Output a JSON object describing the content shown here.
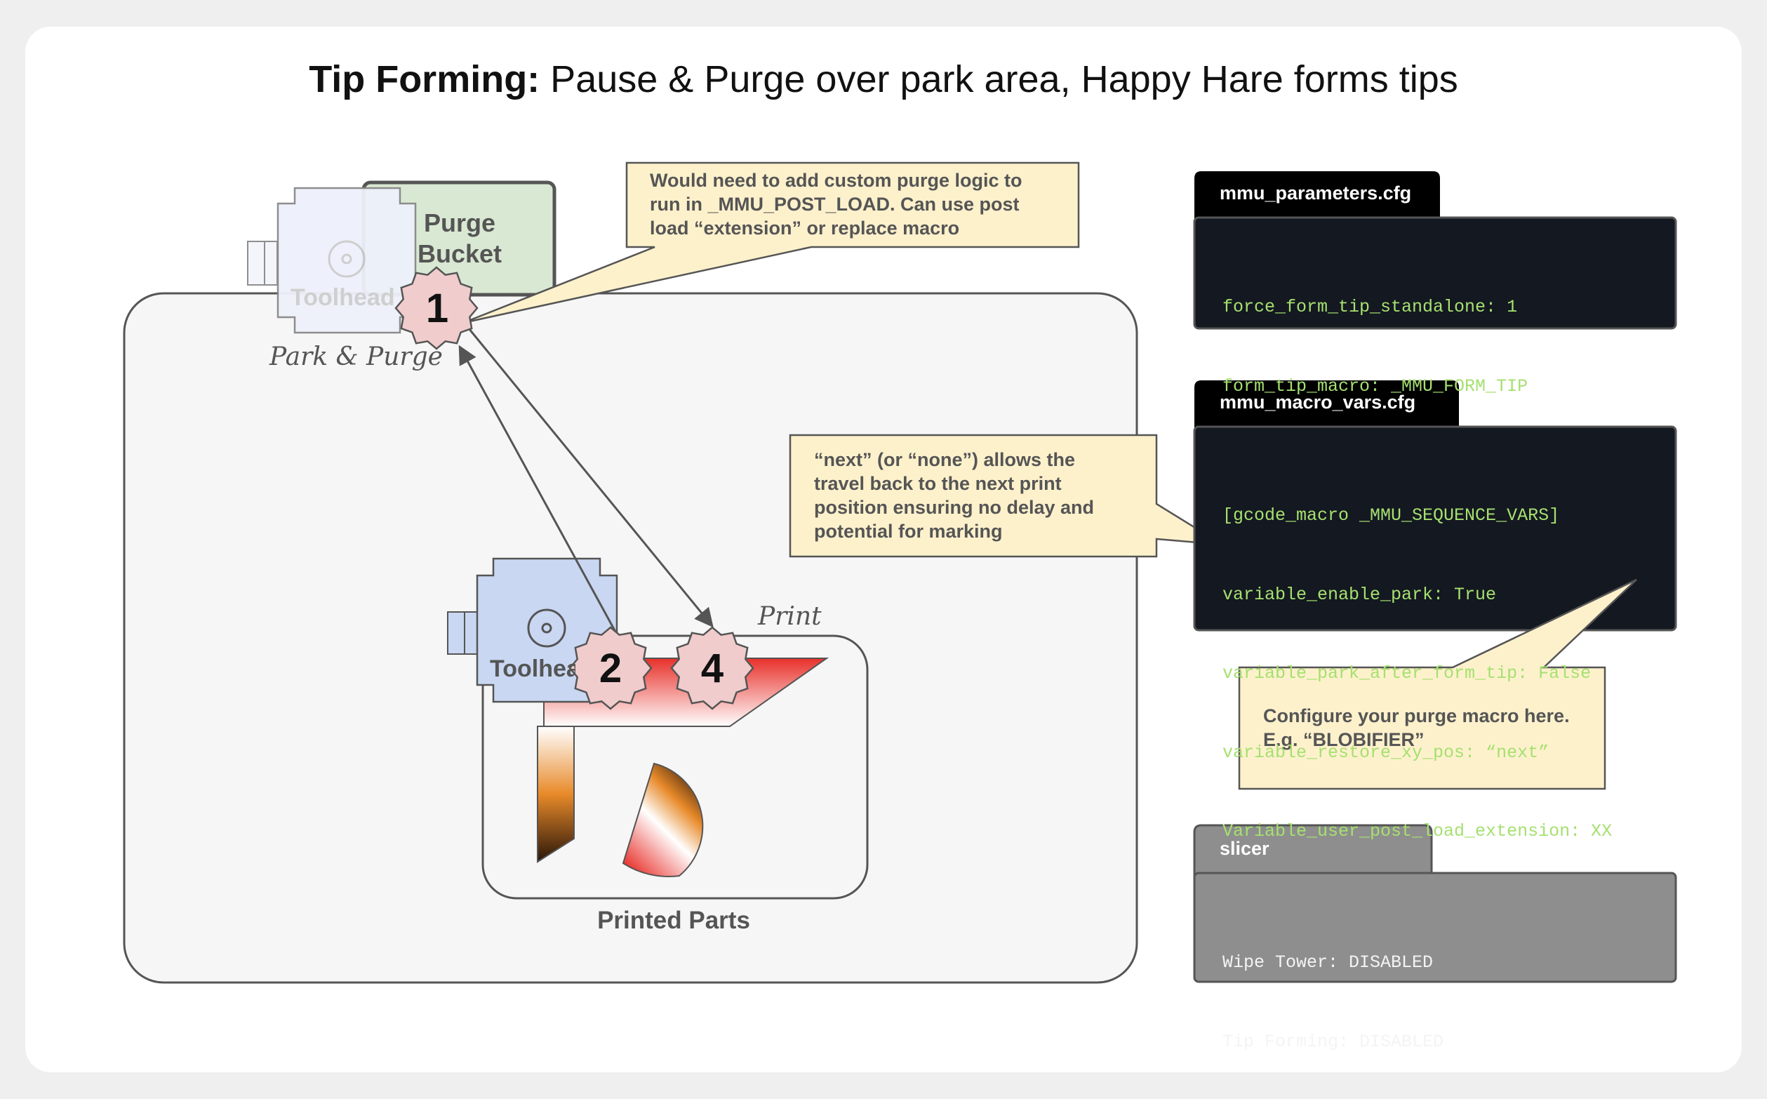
{
  "title": {
    "bold": "Tip Forming:",
    "rest": " Pause & Purge over park area, Happy Hare forms tips"
  },
  "labels": {
    "purge_bucket_line1": "Purge",
    "purge_bucket_line2": "Bucket",
    "toolhead_park": "Toolhead",
    "park_and_purge": "Park & Purge",
    "toolhead_print": "Toolhead",
    "print": "Print",
    "printed_parts": "Printed Parts"
  },
  "steps": [
    "1",
    "2",
    "4"
  ],
  "notes": {
    "purge_logic": [
      "Would need to add custom purge logic to",
      "run in _MMU_POST_LOAD. Can use post",
      "load “extension” or replace macro"
    ],
    "next_none": [
      "“next” (or “none”) allows the",
      "travel back to the next print",
      "position ensuring no delay and",
      "potential for marking"
    ],
    "configure_purge": [
      "Configure your purge macro here.",
      "E.g. “BLOBIFIER”"
    ]
  },
  "config_panels": [
    {
      "tab": "mmu_parameters.cfg",
      "lines": [
        "force_form_tip_standalone: 1",
        "form_tip_macro: _MMU_FORM_TIP"
      ]
    },
    {
      "tab": "mmu_macro_vars.cfg",
      "lines": [
        "[gcode_macro _MMU_SEQUENCE_VARS]",
        "variable_enable_park: True",
        "variable_park_after_form_tip: False",
        "variable_restore_xy_pos: “next”",
        "Variable_user_post_load_extension: XX"
      ]
    },
    {
      "tab": "slicer",
      "lines": [
        "Wipe Tower: DISABLED",
        "Tip Forming: DISABLED"
      ]
    }
  ],
  "colors": {
    "terminal_bg": "#141820",
    "code_green": "#a6e070",
    "slicer_bg": "#8e8e8e",
    "note_bg": "#fdf1cc",
    "badge_bg": "#f0cccc",
    "bucket_bg": "#d9e8d3",
    "toolhead_active": "#c9d7f2",
    "toolhead_faded": "#eef1fb"
  }
}
